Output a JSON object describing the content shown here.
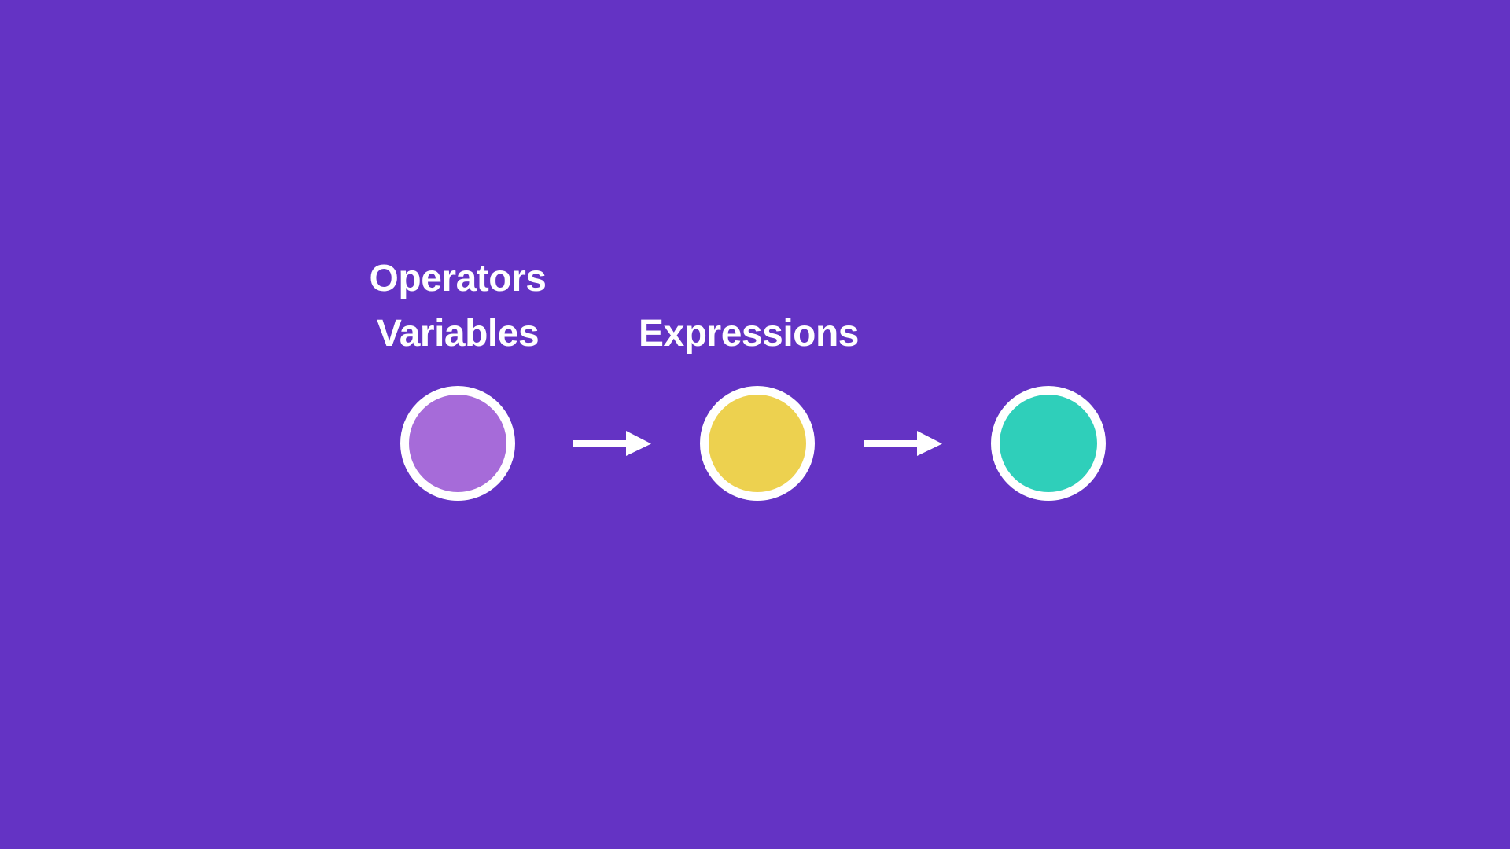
{
  "diagram": {
    "background_color": "#6433c4",
    "stages": [
      {
        "lines": [
          "Operators",
          "Variables"
        ],
        "fill_color": "#a66bd9"
      },
      {
        "lines": [
          "Expressions"
        ],
        "fill_color": "#edd14f"
      },
      {
        "lines": [],
        "fill_color": "#2fcfba"
      }
    ],
    "connector_color": "#ffffff"
  }
}
